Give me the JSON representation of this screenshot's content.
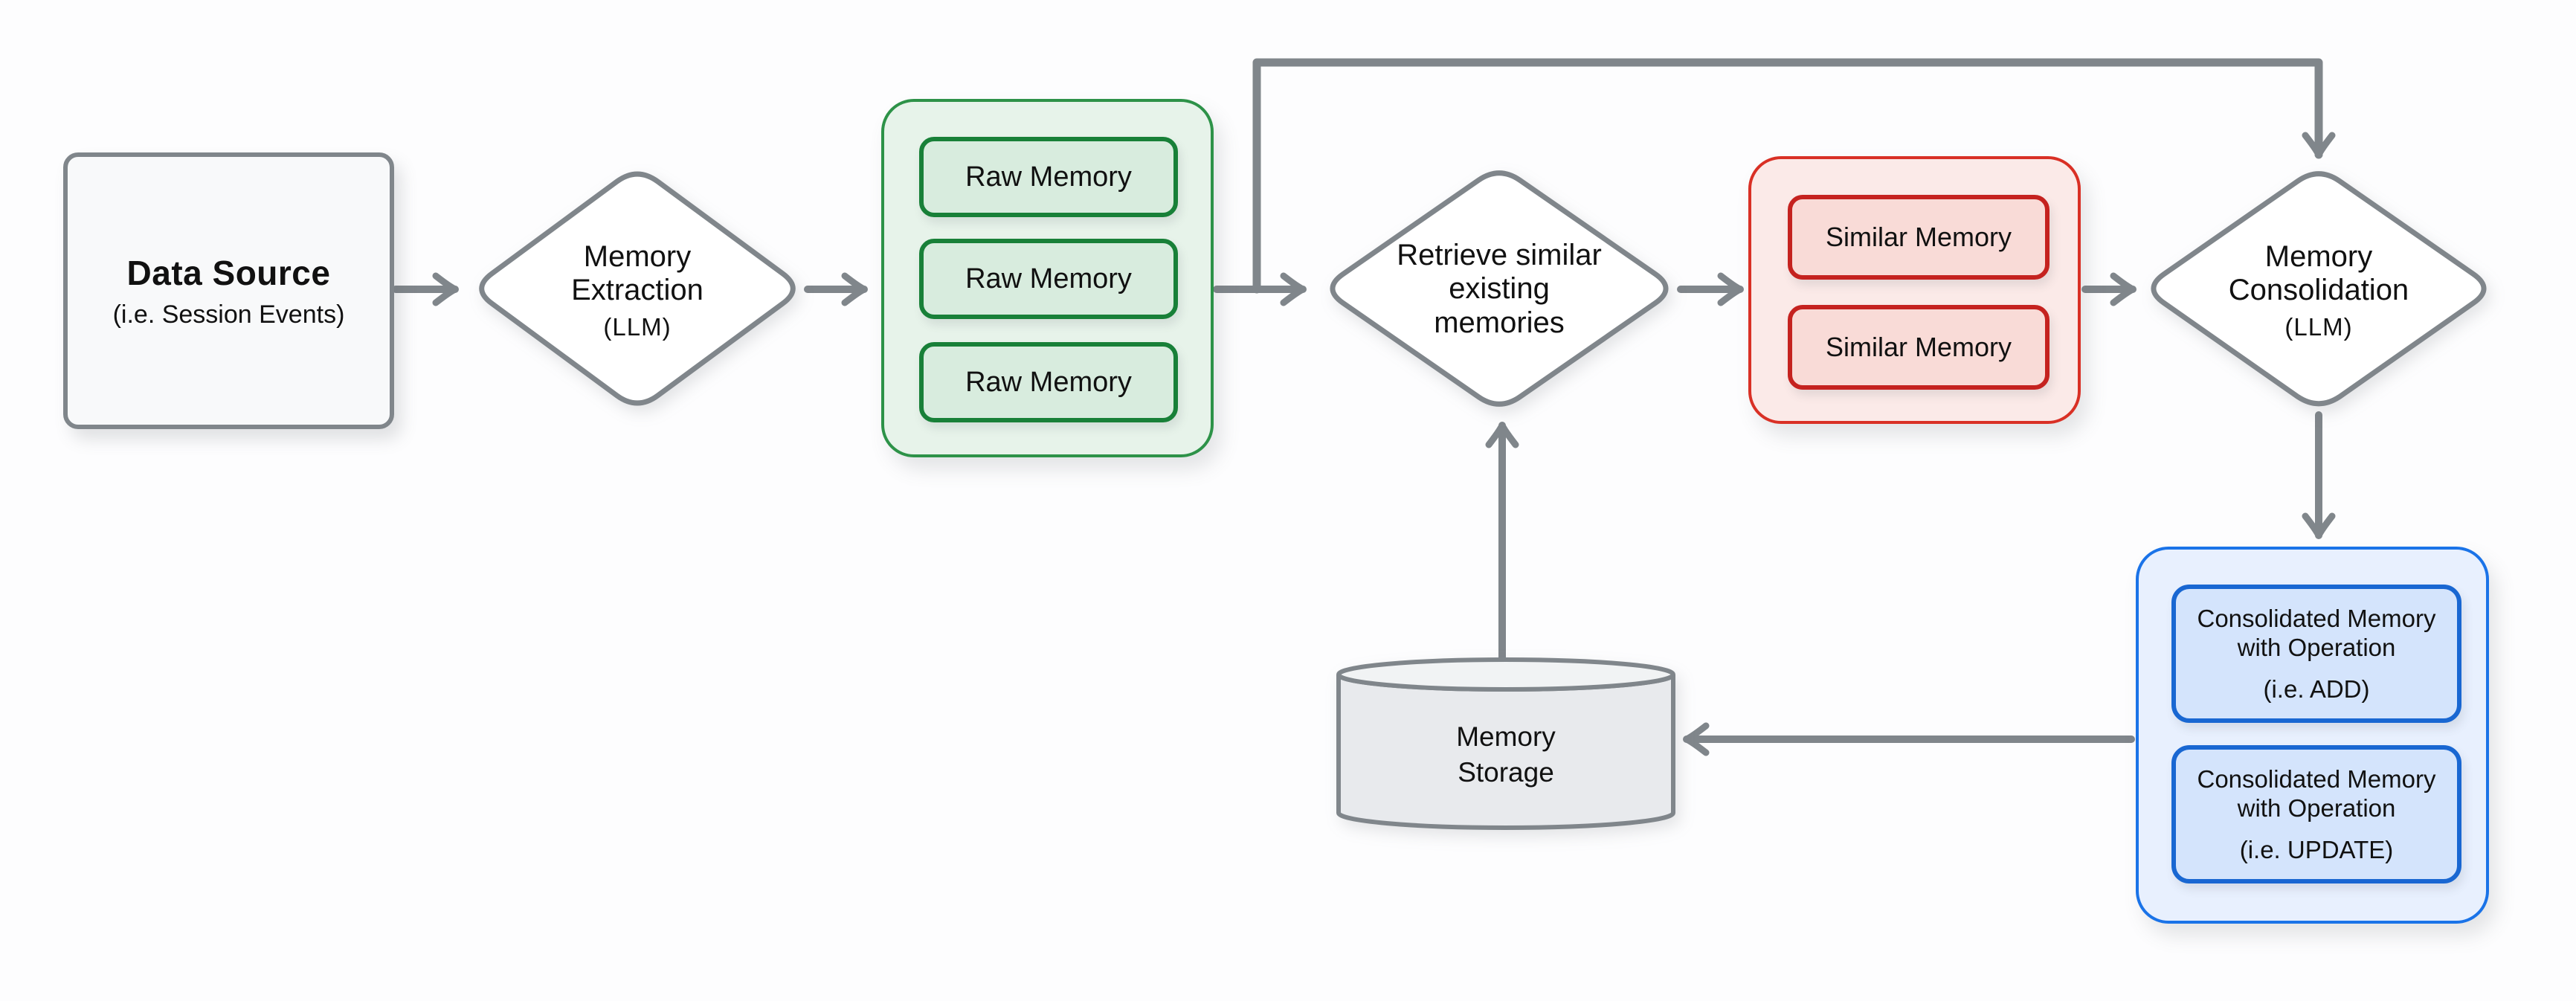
{
  "diagram": {
    "background": "#FDFDFE",
    "palette": {
      "arrow": "#80868B",
      "gray_node_border": "#80868B",
      "gray_node_fill": "#F8F9FA",
      "diamond_fill": "#FFFFFF",
      "green_container_fill": "#E7F3EA",
      "green_container_border": "#2D9248",
      "green_item_fill": "#D8ECDE",
      "green_item_border": "#188038",
      "red_container_fill": "#FBEAE8",
      "red_container_border": "#D93025",
      "red_item_fill": "#F9DBD7",
      "red_item_border": "#C5221F",
      "blue_container_fill": "#E8F0FE",
      "blue_container_border": "#1A73E8",
      "blue_item_fill": "#D4E4FC",
      "blue_item_border": "#1967D2",
      "storage_body_fill": "#E8EAED",
      "storage_top_fill": "#F1F3F4",
      "text": "#111111"
    },
    "nodes": {
      "data_source": {
        "title": "Data Source",
        "subtitle": "(i.e. Session Events)"
      },
      "memory_extraction": {
        "title": "Memory Extraction",
        "subtitle": "(LLM)"
      },
      "raw_memory_group": {
        "items": [
          "Raw Memory",
          "Raw Memory",
          "Raw Memory"
        ]
      },
      "retrieve_memories": {
        "title": "Retrieve similar existing memories"
      },
      "similar_memory_group": {
        "items": [
          "Similar Memory",
          "Similar Memory"
        ]
      },
      "memory_consolidation": {
        "title": "Memory Consolidation",
        "subtitle": "(LLM)"
      },
      "consolidated_group": {
        "items": [
          {
            "title": "Consolidated Memory with Operation",
            "subtitle": "(i.e. ADD)"
          },
          {
            "title": "Consolidated Memory with Operation",
            "subtitle": "(i.e. UPDATE)"
          }
        ]
      },
      "memory_storage": {
        "title": "Memory Storage"
      }
    },
    "edges": [
      {
        "from": "data_source",
        "to": "memory_extraction"
      },
      {
        "from": "memory_extraction",
        "to": "raw_memory_group"
      },
      {
        "from": "raw_memory_group",
        "to": "retrieve_memories"
      },
      {
        "from": "raw_memory_group",
        "to": "memory_consolidation",
        "route": "feedback loop over top"
      },
      {
        "from": "retrieve_memories",
        "to": "similar_memory_group"
      },
      {
        "from": "similar_memory_group",
        "to": "memory_consolidation"
      },
      {
        "from": "memory_consolidation",
        "to": "consolidated_group"
      },
      {
        "from": "consolidated_group",
        "to": "memory_storage"
      },
      {
        "from": "memory_storage",
        "to": "retrieve_memories"
      }
    ]
  }
}
